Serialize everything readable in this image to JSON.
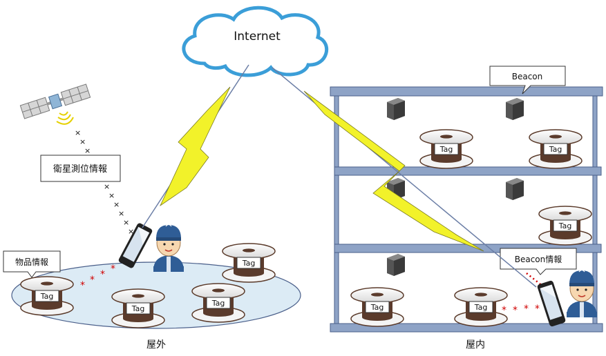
{
  "internet": {
    "label": "Internet"
  },
  "beacon": {
    "label": "Beacon"
  },
  "satellite_info": {
    "label": "衛星測位情報"
  },
  "item_info": {
    "label": "物品情報"
  },
  "beacon_info": {
    "label": "Beacon情報"
  },
  "tag": {
    "label": "Tag"
  },
  "outdoor": {
    "label": "屋外"
  },
  "indoor": {
    "label": "屋内"
  },
  "colors": {
    "shelf": "#8ea3c6",
    "shelf_edge": "#4a5f8a",
    "area_fill": "#dcebf5",
    "area_edge": "#4a5f8a",
    "lightning": "#f2f22a",
    "dots_red": "#d00000",
    "cloud_edge": "#3b9ed8"
  }
}
